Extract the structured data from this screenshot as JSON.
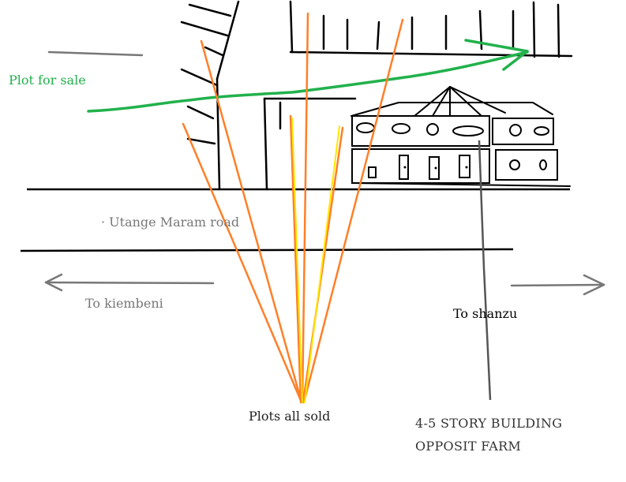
{
  "labels": {
    "plot_for_sale": "Plot for sale",
    "road": "· Utange Maram road",
    "to_kiembeni": "To kiembeni",
    "to_shanzu": "To shanzu",
    "plots_sold": "Plots all sold",
    "building_line1": "4-5 STORY BUILDING",
    "building_line2": "OPPOSIT FARM"
  },
  "colors": {
    "ink": "#000000",
    "gray": "#777777",
    "green": "#22b14c",
    "orange": "#ff7f27",
    "yellow": "#ffe600"
  }
}
